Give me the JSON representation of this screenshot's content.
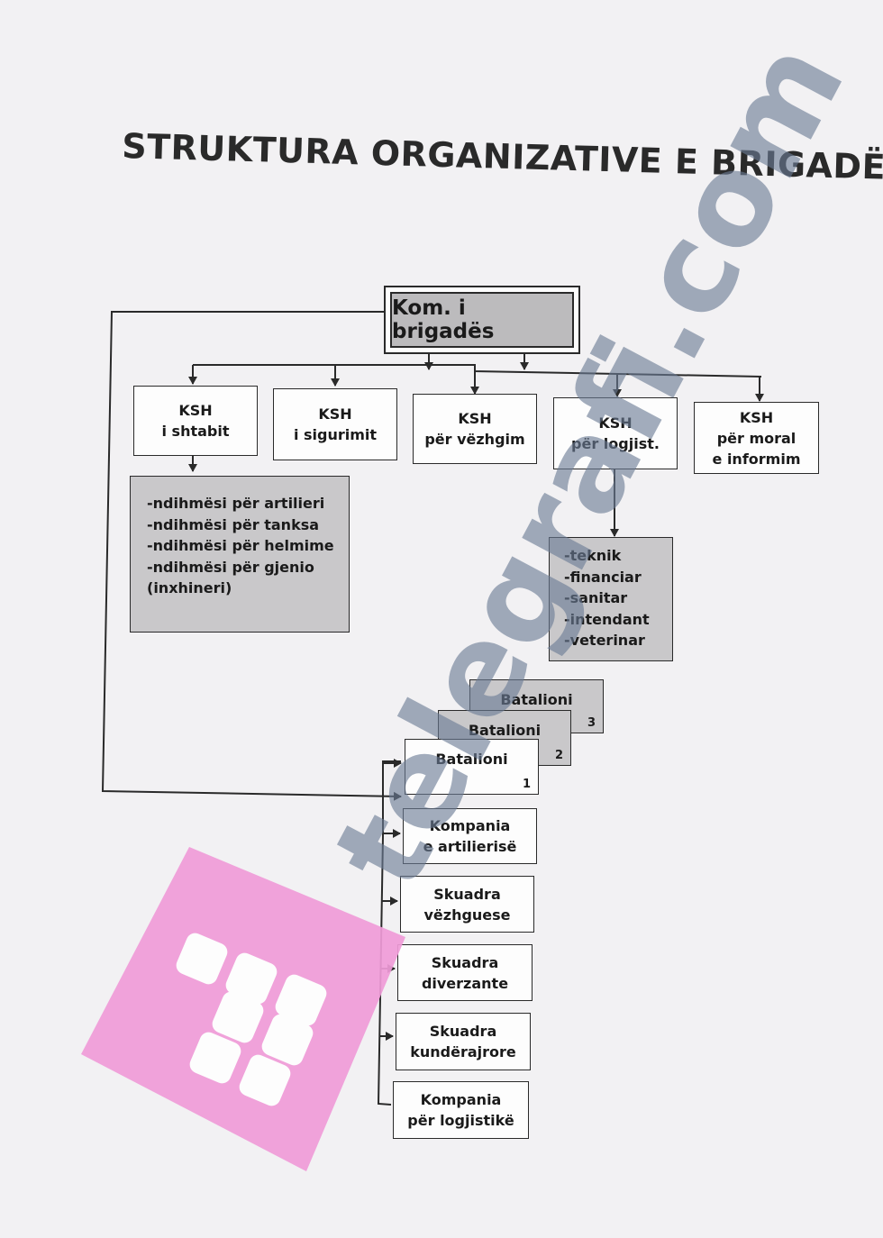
{
  "title": "STRUKTURA ORGANIZATIVE E BRIGADËS",
  "commander": "Kom. i brigadës",
  "departments": [
    {
      "line1": "KSH",
      "line2": "i shtabit"
    },
    {
      "line1": "KSH",
      "line2": "i sigurimit"
    },
    {
      "line1": "KSH",
      "line2": "për vëzhgim"
    },
    {
      "line1": "KSH",
      "line2": "për logjist."
    },
    {
      "line1": "KSH",
      "line2": "për moral",
      "line3": "e informim"
    }
  ],
  "staff_assistants": [
    "-ndihmësi për artilieri",
    "-ndihmësi për tanksa",
    "-ndihmësi për helmime",
    "-ndihmësi për gjenio",
    "(inxhineri)"
  ],
  "logistics_units": [
    "-teknik",
    "-financiar",
    "-sanitar",
    "-intendant",
    "-veterinar"
  ],
  "battalions": [
    {
      "label": "Batalioni",
      "number": "3"
    },
    {
      "label": "Batalioni",
      "number": "2"
    },
    {
      "label": "Batalioni",
      "number": "1"
    }
  ],
  "units": [
    {
      "line1": "Kompania",
      "line2": "e artilierisë"
    },
    {
      "line1": "Skuadra",
      "line2": "vëzhguese"
    },
    {
      "line1": "Skuadra",
      "line2": "diverzante"
    },
    {
      "line1": "Skuadra",
      "line2": "kundërajrore"
    },
    {
      "line1": "Kompania",
      "line2": "për logjistikë"
    }
  ],
  "watermark": {
    "text": "telegrafi.com",
    "text_color": "#6b7c95",
    "logo_color": "#f09bd8",
    "logo_icon": "telegrafi-logo-icon"
  },
  "colors": {
    "box_fill_gray": "#c9c8ca",
    "line": "#2a2a2a"
  }
}
